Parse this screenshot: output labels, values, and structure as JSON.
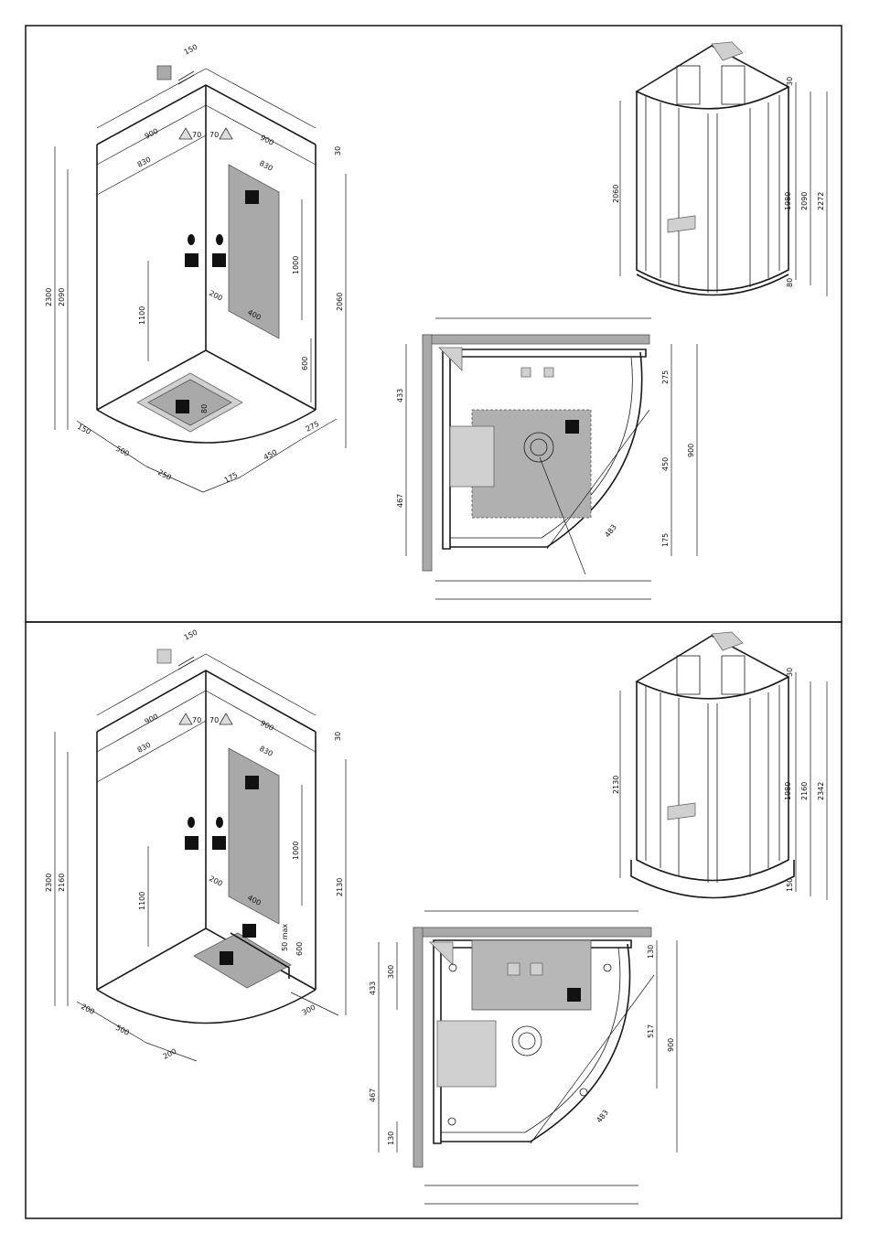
{
  "panel_top": {
    "iso": {
      "top_dims": [
        "150",
        "900",
        "70",
        "70",
        "900",
        "830",
        "830",
        "30"
      ],
      "side_dims": [
        "2300",
        "2090",
        "1100",
        "1000",
        "200",
        "400",
        "600",
        "2060",
        "80"
      ],
      "floor_dims": [
        "150",
        "500",
        "250",
        "175",
        "450",
        "275"
      ]
    },
    "plan": {
      "left_dims": [
        "433",
        "467"
      ],
      "right_dims": [
        "275",
        "450",
        "175",
        "900"
      ],
      "radius": "483"
    },
    "cabin": {
      "dims": [
        "2060",
        "30",
        "1980",
        "2090",
        "2272",
        "80"
      ]
    }
  },
  "panel_bottom": {
    "iso": {
      "top_dims": [
        "150",
        "900",
        "70",
        "70",
        "900",
        "830",
        "830",
        "30"
      ],
      "side_dims": [
        "2300",
        "2160",
        "1100",
        "1000",
        "200",
        "400",
        "600",
        "50 max",
        "2130"
      ],
      "floor_dims": [
        "200",
        "500",
        "200",
        "300"
      ]
    },
    "plan": {
      "left_dims": [
        "433",
        "300",
        "467",
        "130"
      ],
      "right_dims": [
        "130",
        "517",
        "900"
      ],
      "radius": "483"
    },
    "cabin": {
      "dims": [
        "2130",
        "30",
        "1980",
        "2160",
        "2342",
        "150"
      ]
    }
  }
}
